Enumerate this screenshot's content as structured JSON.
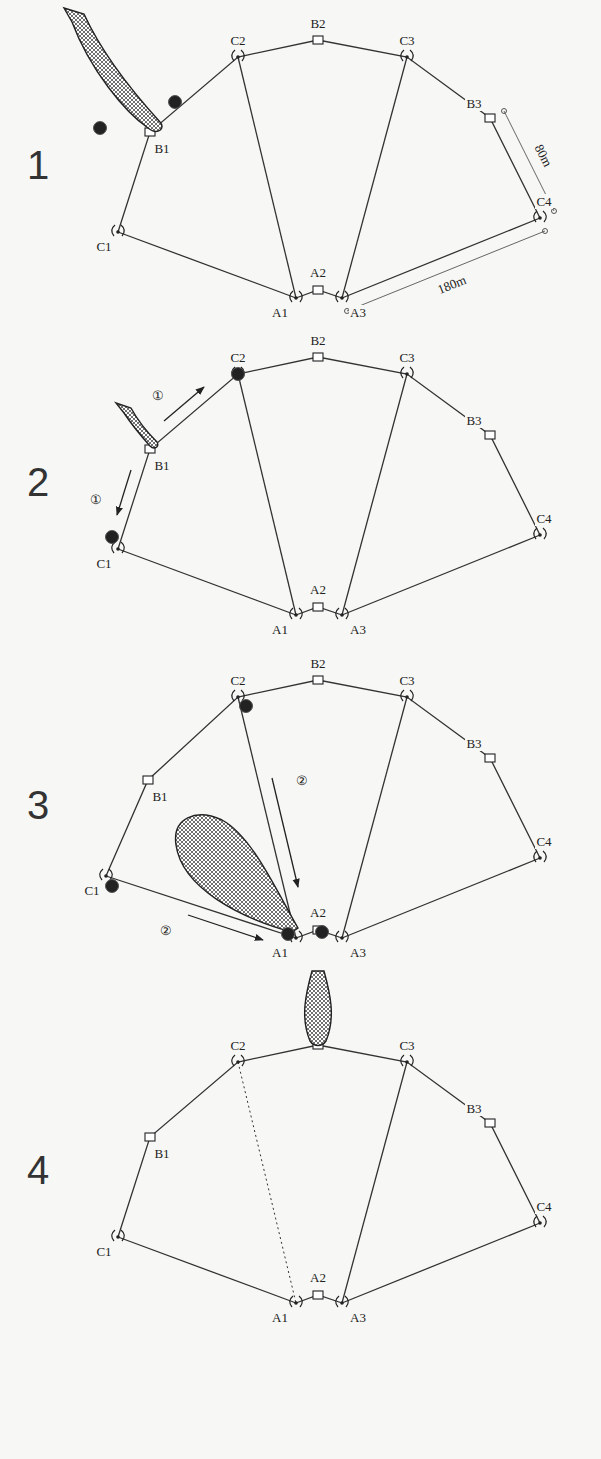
{
  "diagram": {
    "labels": [
      "1",
      "B1",
      "B2",
      "C2",
      "C3",
      "B3",
      "C4",
      "C1",
      "A1",
      "A2",
      "A3",
      "80m",
      "180m",
      "2",
      "C2",
      "B2",
      "C3",
      "①",
      "①",
      "B1",
      "B3",
      "C1",
      "C4",
      "A1",
      "A2",
      "A3",
      "3",
      "C2",
      "B2",
      "C3",
      "B1",
      "B3",
      "C1",
      "C4",
      "②",
      "②",
      "A1",
      "A2",
      "A3",
      "4",
      "C2",
      "C3",
      "B1",
      "B3",
      "C1",
      "C4",
      "A1",
      "A2",
      "A3"
    ]
  }
}
